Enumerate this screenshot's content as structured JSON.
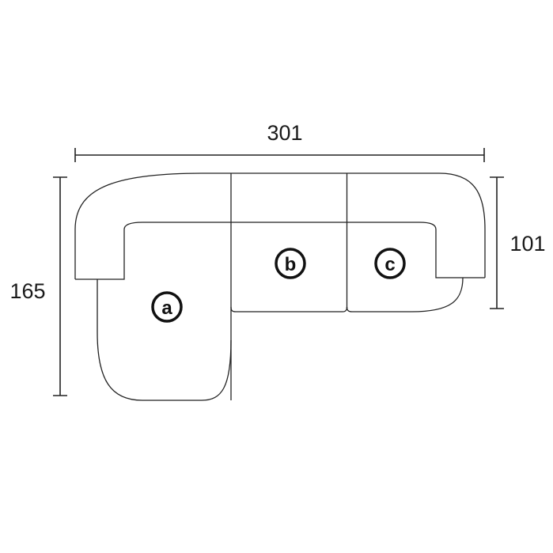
{
  "dimensions": {
    "width": "301",
    "depth": "165",
    "back_depth": "101"
  },
  "modules": [
    {
      "label": "a"
    },
    {
      "label": "b"
    },
    {
      "label": "c"
    }
  ]
}
